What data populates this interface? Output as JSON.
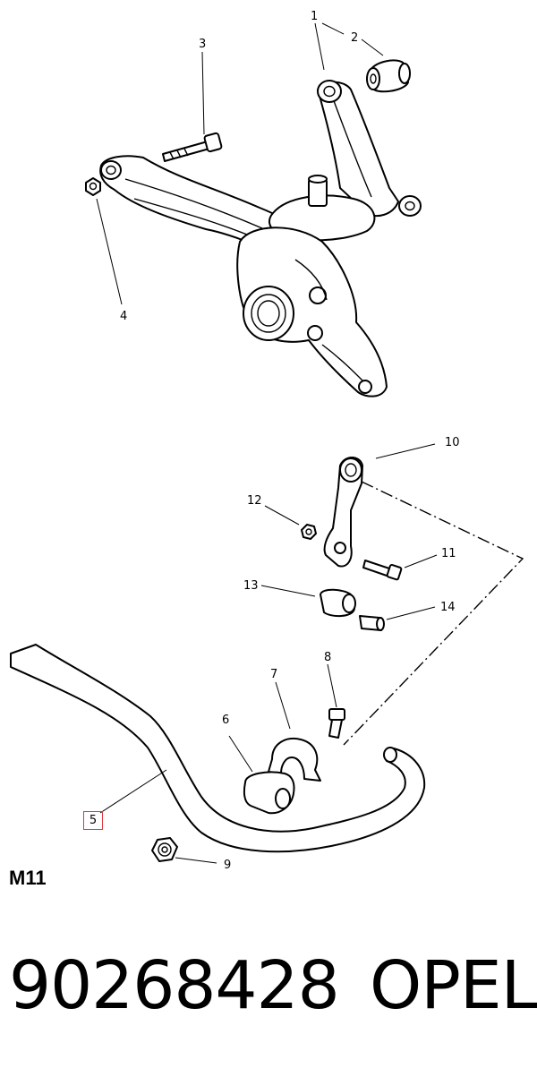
{
  "callouts": {
    "c1": "1",
    "c2": "2",
    "c3": "3",
    "c4": "4",
    "c5": "5",
    "c6": "6",
    "c7": "7",
    "c8": "8",
    "c9": "9",
    "c10": "10",
    "c11": "11",
    "c12": "12",
    "c13": "13",
    "c14": "14"
  },
  "highlighted_callout": "5",
  "highlight_color": "#e03a3a",
  "figure_code": "M11",
  "footer": {
    "part_number": "90268428",
    "brand": "OPEL"
  }
}
